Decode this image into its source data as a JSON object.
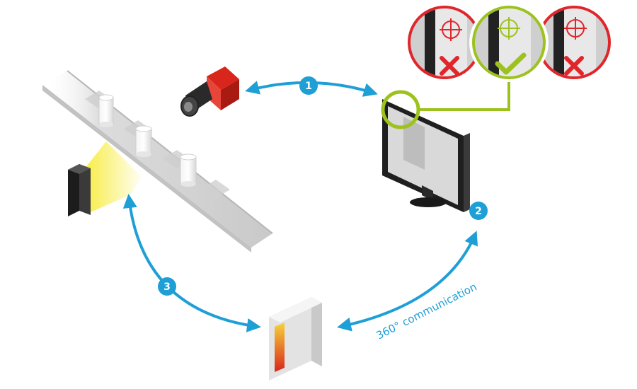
{
  "diagram": {
    "steps": [
      {
        "number": "1"
      },
      {
        "number": "2"
      },
      {
        "number": "3"
      }
    ],
    "caption": "360° communication",
    "colors": {
      "accent_blue": "#1e9fd6",
      "pass_green": "#9dc21e",
      "fail_red": "#e0262b",
      "camera_red": "#d9261c",
      "light_yellow": "#f7ec3a",
      "controller_orange": "#f08c1e"
    },
    "icons": {
      "inspection_results": [
        "fail",
        "pass",
        "fail"
      ]
    }
  }
}
